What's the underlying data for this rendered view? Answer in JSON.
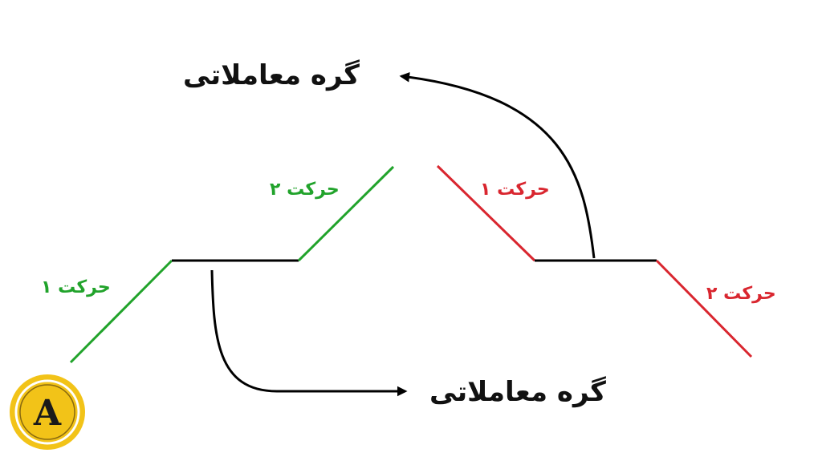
{
  "labels": {
    "order_block_top": "گره معاملاتی",
    "order_block_bottom": "گره معاملاتی",
    "green_move_1": "حرکت ۱",
    "green_move_2": "حرکت ۲",
    "red_move_1": "حرکت ۱",
    "red_move_2": "حرکت ۲"
  },
  "colors": {
    "bullish": "#21a32b",
    "bearish": "#d9262f",
    "line": "#000000",
    "logo_gold": "#f2c318"
  },
  "logo": {
    "icon": "gold-circle-letter-a-logo",
    "letter": "A"
  }
}
